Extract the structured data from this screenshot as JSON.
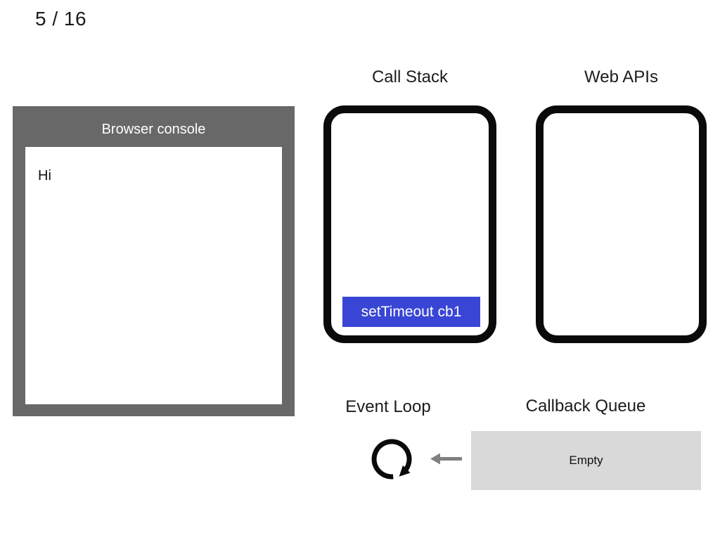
{
  "page": {
    "counter": "5 / 16",
    "background_color": "#ffffff"
  },
  "console": {
    "title": "Browser console",
    "lines": [
      "Hi"
    ],
    "frame_color": "#686868"
  },
  "call_stack": {
    "label": "Call Stack",
    "frames": [
      {
        "label": "setTimeout cb1",
        "color": "#3946d5",
        "text_color": "#ffffff"
      }
    ]
  },
  "web_apis": {
    "label": "Web APIs",
    "tasks": []
  },
  "event_loop": {
    "label": "Event Loop",
    "icon": "circular-clockwise-arrow-icon",
    "icon_color": "#0a0a0a"
  },
  "callback_queue": {
    "label": "Callback Queue",
    "content": "Empty",
    "fill_color": "#d9d9d9"
  },
  "queue_to_loop_arrow": {
    "direction": "left",
    "color": "#808080"
  },
  "outline_color": "#0a0a0a"
}
